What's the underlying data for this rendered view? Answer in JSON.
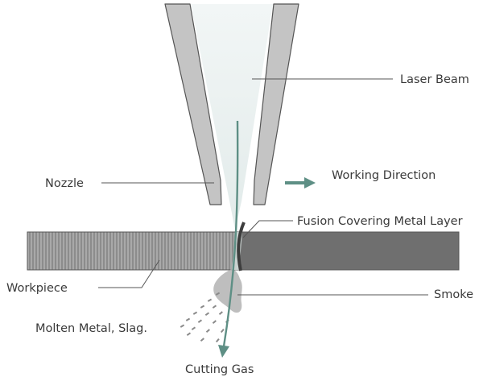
{
  "labels": {
    "laser_beam": "Laser Beam",
    "nozzle": "Nozzle",
    "working_direction": "Working Direction",
    "fusion_layer": "Fusion Covering Metal Layer",
    "workpiece": "Workpiece",
    "smoke": "Smoke",
    "molten_metal": "Molten Metal, Slag.",
    "cutting_gas": "Cutting Gas"
  },
  "colors": {
    "nozzle_fill": "#c4c4c4",
    "nozzle_stroke": "#555555",
    "beam_fill": "#eaf0f0",
    "workpiece_hatch": "#8c8c8c",
    "workpiece_solid": "#6f6f6f",
    "arrow_teal": "#5e8f85",
    "smoke": "#b0b0b0",
    "text": "#3a3a3a"
  }
}
